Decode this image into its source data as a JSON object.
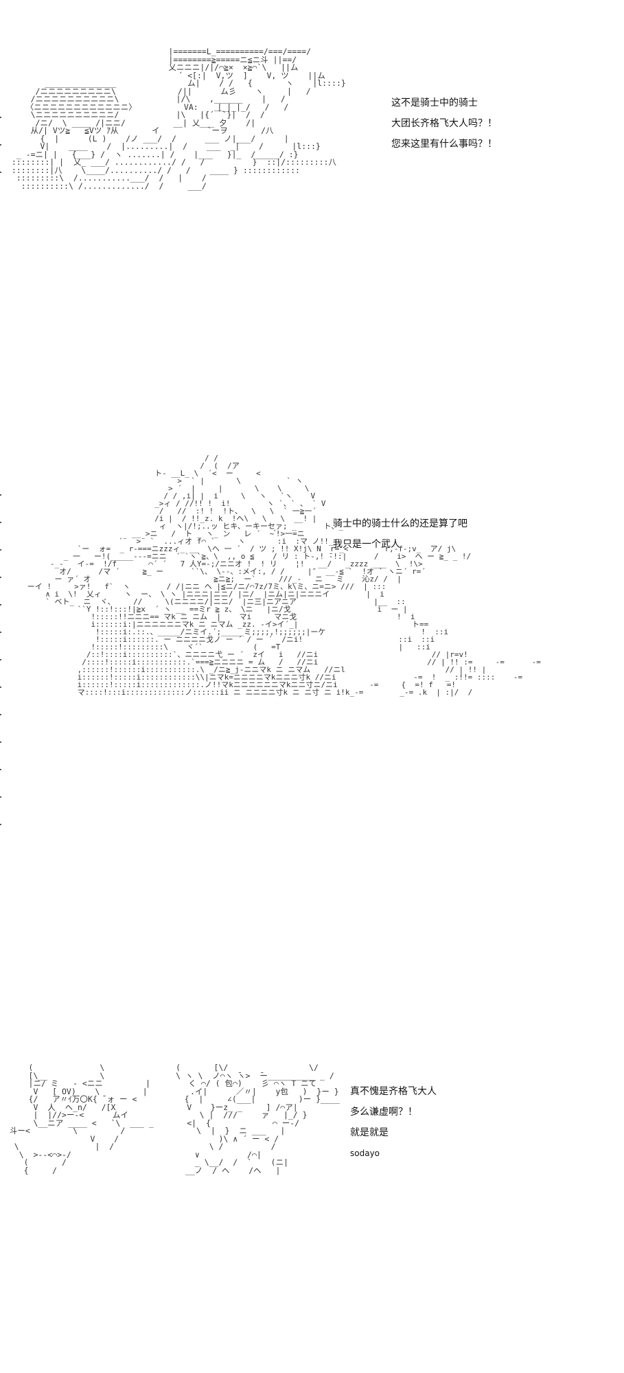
{
  "panels": [
    {
      "dialogue": [
        "这不是骑士中的骑士",
        "大团长齐格飞大人吗？！",
        "您来这里有什么事吗？！"
      ]
    },
    {
      "dialogue": [
        "骑士中的骑士什么的还是算了吧",
        "我只是一个武人"
      ]
    },
    {
      "dialogue": [
        "真不愧是齐格飞大人",
        "多么谦虚啊？！",
        "就是就是",
        "sodayo"
      ]
    }
  ],
  "colors": {
    "background": "#ffffff",
    "text": "#111111",
    "art": "#333333"
  }
}
